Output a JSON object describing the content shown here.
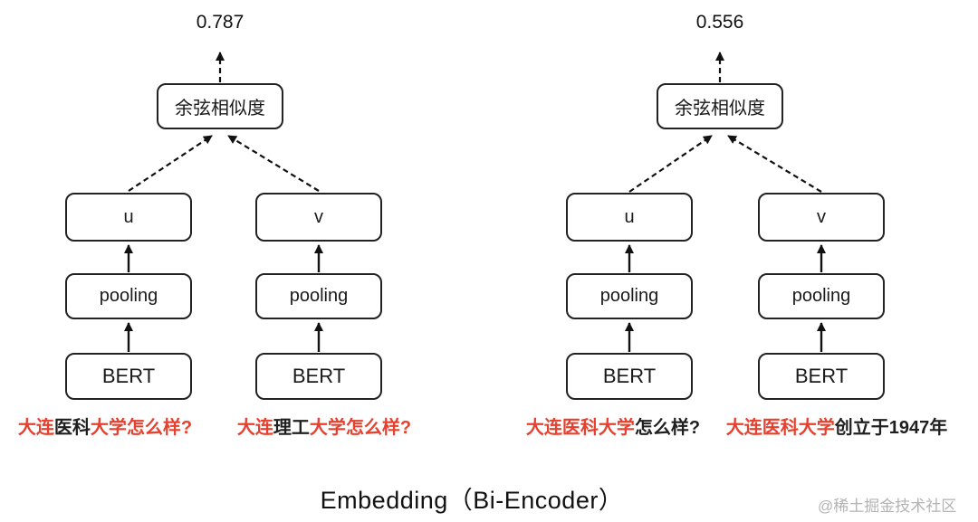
{
  "title": "Embedding（Bi-Encoder）",
  "watermark": "@稀土掘金技术社区",
  "colors": {
    "highlight_red": "#e8402e",
    "text_black": "#1f1f1f",
    "line_black": "#111111",
    "watermark_gray": "#b3b3b3"
  },
  "diagrams": [
    {
      "score": "0.787",
      "similarity_label": "余弦相似度",
      "towers": [
        {
          "vector_label": "u",
          "pooling_label": "pooling",
          "encoder_label": "BERT"
        },
        {
          "vector_label": "v",
          "pooling_label": "pooling",
          "encoder_label": "BERT"
        }
      ],
      "inputs": [
        {
          "segments": [
            {
              "text": "大连",
              "red": true
            },
            {
              "text": "医科",
              "red": false
            },
            {
              "text": "大学怎么样?",
              "red": true
            }
          ]
        },
        {
          "segments": [
            {
              "text": "大连",
              "red": true
            },
            {
              "text": "理工",
              "red": false
            },
            {
              "text": "大学怎么样?",
              "red": true
            }
          ]
        }
      ]
    },
    {
      "score": "0.556",
      "similarity_label": "余弦相似度",
      "towers": [
        {
          "vector_label": "u",
          "pooling_label": "pooling",
          "encoder_label": "BERT"
        },
        {
          "vector_label": "v",
          "pooling_label": "pooling",
          "encoder_label": "BERT"
        }
      ],
      "inputs": [
        {
          "segments": [
            {
              "text": "大连医科大学",
              "red": true
            },
            {
              "text": "怎么样?",
              "red": false
            }
          ]
        },
        {
          "segments": [
            {
              "text": "大连医科大学",
              "red": true
            },
            {
              "text": "创立于1947年",
              "red": false
            }
          ]
        }
      ]
    }
  ]
}
